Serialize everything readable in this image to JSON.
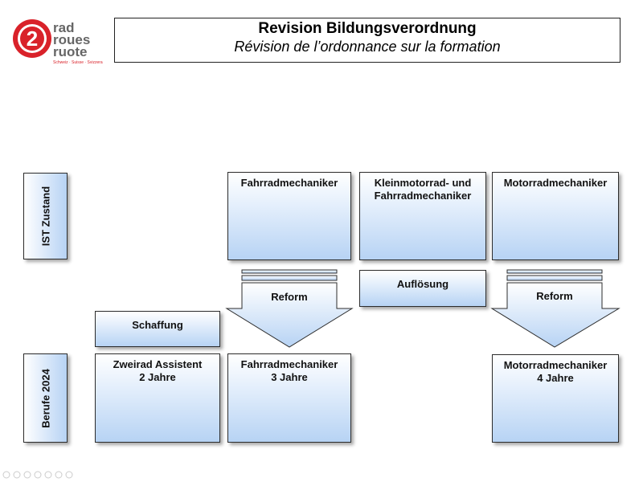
{
  "logo": {
    "line1": "rad",
    "line2": "roues",
    "line3": "ruote",
    "tagline": "Schweiz · Suisse · Svizzera",
    "numeral": "2"
  },
  "title": {
    "de": "Revision Bildungsverordnung",
    "fr": "Révision de l’ordonnance sur la formation"
  },
  "rows": {
    "current": "IST Zustand",
    "future": "Berufe 2024"
  },
  "current": [
    {
      "label": "Fahrradmechaniker"
    },
    {
      "label": "Kleinmotorrad- und Fahrradmechaniker"
    },
    {
      "label": "Motorradmechaniker"
    }
  ],
  "transitions": {
    "reform_left": "Reform",
    "dissolve": "Auflösung",
    "reform_right": "Reform",
    "create": "Schaffung"
  },
  "future": [
    {
      "name": "Zweirad Assistent",
      "duration": "2 Jahre"
    },
    {
      "name": "Fahrradmechaniker",
      "duration": "3 Jahre"
    },
    {
      "name": "Motorradmechaniker",
      "duration": "4 Jahre"
    }
  ],
  "colors": {
    "brand_red": "#d9222a",
    "box_top": "#ffffff",
    "box_bottom": "#b7d3f4",
    "border": "#2c2c2c"
  }
}
